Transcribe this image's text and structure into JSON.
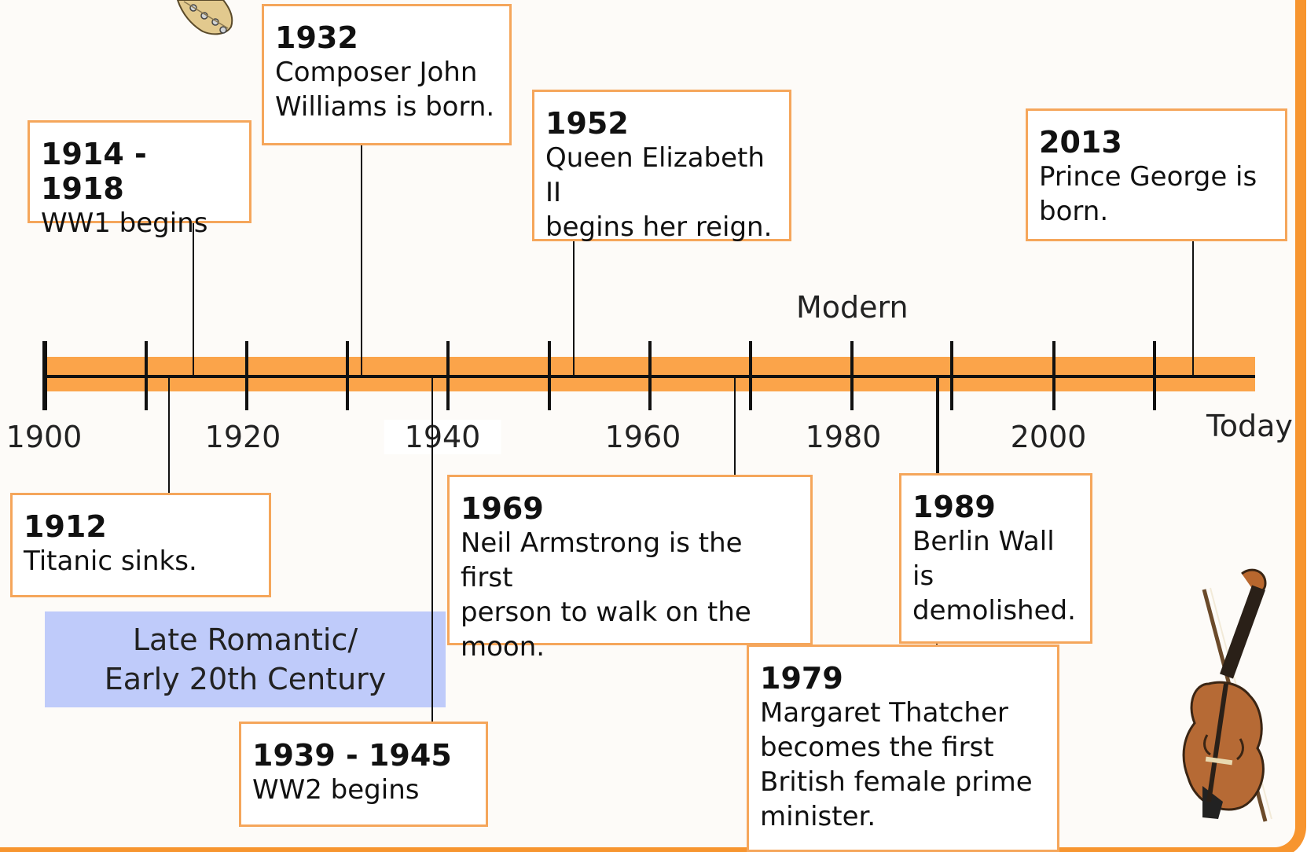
{
  "timeline": {
    "years": [
      "1900",
      "1920",
      "1940",
      "1960",
      "1980",
      "2000"
    ],
    "end_label": "Today",
    "eras": {
      "modern": "Modern",
      "late_romantic": [
        "Late Romantic/",
        "Early 20th Century"
      ]
    }
  },
  "events": [
    {
      "date": "1914 - 1918",
      "lines": [
        "WW1 begins"
      ]
    },
    {
      "date": "1932",
      "lines": [
        "Composer John",
        "Williams is born."
      ]
    },
    {
      "date": "1952",
      "lines": [
        "Queen Elizabeth II",
        "begins her reign."
      ]
    },
    {
      "date": "2013",
      "lines": [
        "Prince George is",
        "born."
      ]
    },
    {
      "date": "1912",
      "lines": [
        "Titanic sinks."
      ]
    },
    {
      "date": "1939 - 1945",
      "lines": [
        "WW2 begins"
      ]
    },
    {
      "date": "1969",
      "lines": [
        "Neil Armstrong is the first",
        "person to walk on the",
        "moon."
      ]
    },
    {
      "date": "1989",
      "lines": [
        "Berlin Wall",
        "is",
        "demolished."
      ]
    },
    {
      "date": "1979",
      "lines": [
        "Margaret Thatcher",
        "becomes the first",
        "British female prime",
        "minister."
      ]
    }
  ],
  "icons": {
    "top": "guitar-headstock-icon",
    "bottom_right": "violin-icon"
  },
  "colors": {
    "bar": "#fba44a",
    "card_border": "#f5a65b",
    "era_highlight": "#bfcbfa",
    "frame": "#f7952f"
  }
}
